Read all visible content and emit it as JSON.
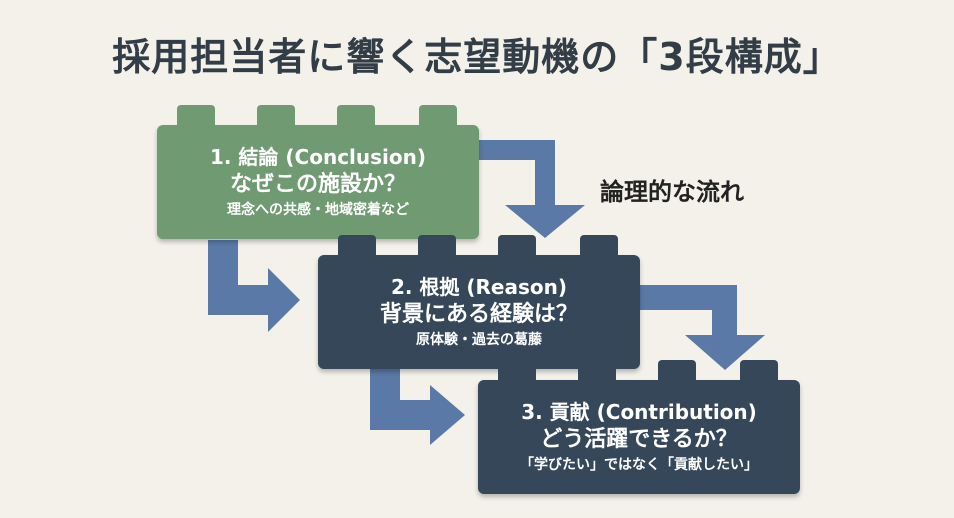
{
  "title": "採用担当者に響く志望動機の「3段構成」",
  "flow_label": "論理的な流れ",
  "colors": {
    "green": "#6f9a72",
    "navy": "#36475a",
    "arrow": "#5b79a6",
    "background": "#f3f1ea"
  },
  "blocks": [
    {
      "heading": "1. 結論 (Conclusion)",
      "question": "なぜこの施設か？",
      "detail": "理念への共感・地域密着など"
    },
    {
      "heading": "2. 根拠 (Reason)",
      "question": "背景にある経験は？",
      "detail": "原体験・過去の葛藤"
    },
    {
      "heading": "3. 貢献 (Contribution)",
      "question": "どう活躍できるか？",
      "detail": "「学びたい」ではなく「貢献したい」"
    }
  ]
}
